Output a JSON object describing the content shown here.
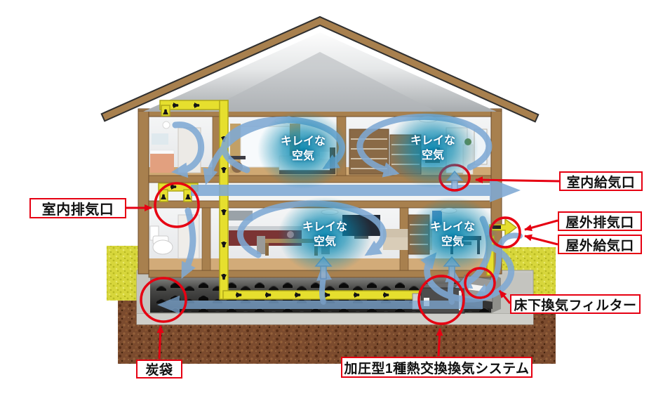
{
  "figure": {
    "type": "house-ventilation-cutaway-diagram",
    "air_label": "キレイな空気",
    "callouts": {
      "indoor_exhaust": "室内排気口",
      "indoor_supply": "室内給気口",
      "outdoor_exhaust": "屋外排気口",
      "outdoor_supply": "屋外給気口",
      "underfloor_filter": "床下換気フィルター",
      "charcoal_bag": "炭袋",
      "ventilation_system": "加圧型1種熱交換換気システム"
    },
    "colors": {
      "callout_red": "#e60012",
      "duct_yellow": "#e6df2e",
      "airflow_blue": "#7fa9d4",
      "clean_air_glow": "#098ab2",
      "wood_frame": "#a8804e",
      "soil_brown": "#7b4b2e",
      "grass_yellow_green": "#d7d63b",
      "concrete_gray": "#c9c9c4"
    }
  }
}
